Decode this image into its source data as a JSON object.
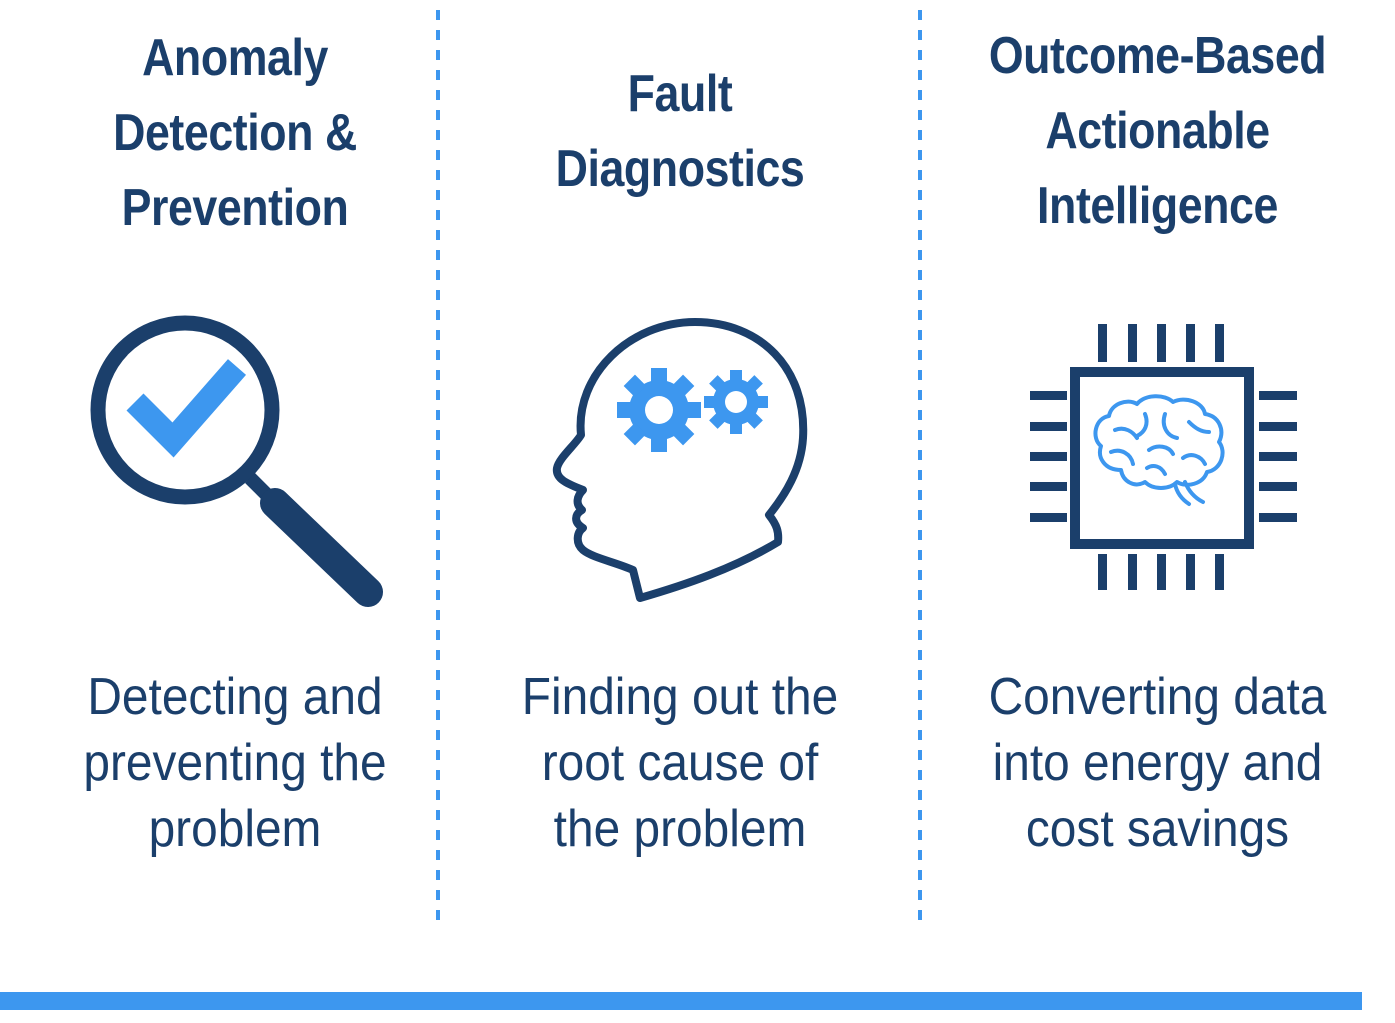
{
  "colors": {
    "navy": "#1b3f6b",
    "accent_blue": "#3d97ef",
    "background": "#ffffff"
  },
  "columns": [
    {
      "title_lines": [
        "Anomaly",
        "Detection &",
        "Prevention"
      ],
      "icon": "magnifying-glass-checkmark-icon",
      "description_lines": [
        "Detecting and",
        "preventing the",
        "problem"
      ]
    },
    {
      "title_lines": [
        "Fault",
        "Diagnostics"
      ],
      "icon": "head-with-gears-icon",
      "description_lines": [
        "Finding out the",
        "root cause of",
        "the problem"
      ]
    },
    {
      "title_lines": [
        "Outcome-Based",
        "Actionable",
        "Intelligence"
      ],
      "icon": "chip-brain-icon",
      "description_lines": [
        "Converting data",
        "into energy and",
        "cost savings"
      ]
    }
  ]
}
